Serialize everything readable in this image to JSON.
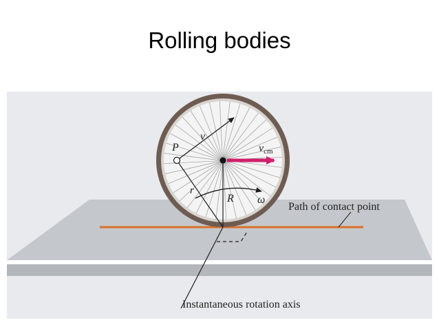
{
  "slide": {
    "title": "Rolling bodies"
  },
  "figure": {
    "labels": {
      "v": "v",
      "v_cm_main": "v",
      "v_cm_sub": "cm",
      "P": "P",
      "r": "r",
      "R": "R",
      "omega": "ω",
      "path_of_contact": "Path of contact point",
      "rotation_axis": "Instantaneous rotation axis"
    },
    "colors": {
      "background_panel": "#e8eaed",
      "surface_top": "#c4c7cb",
      "surface_front": "#b3b6ba",
      "surface_edge": "#ffffff",
      "tire": "#6e5c52",
      "rim": "#d8d4d0",
      "spokes": "#9a9a9a",
      "contact_path": "#d9702a",
      "vcm_arrow": "#d11f6b",
      "line": "#1e1e1e"
    },
    "icons": {
      "wheel": "bicycle-wheel-icon",
      "hub": "hub-dot-icon"
    }
  }
}
